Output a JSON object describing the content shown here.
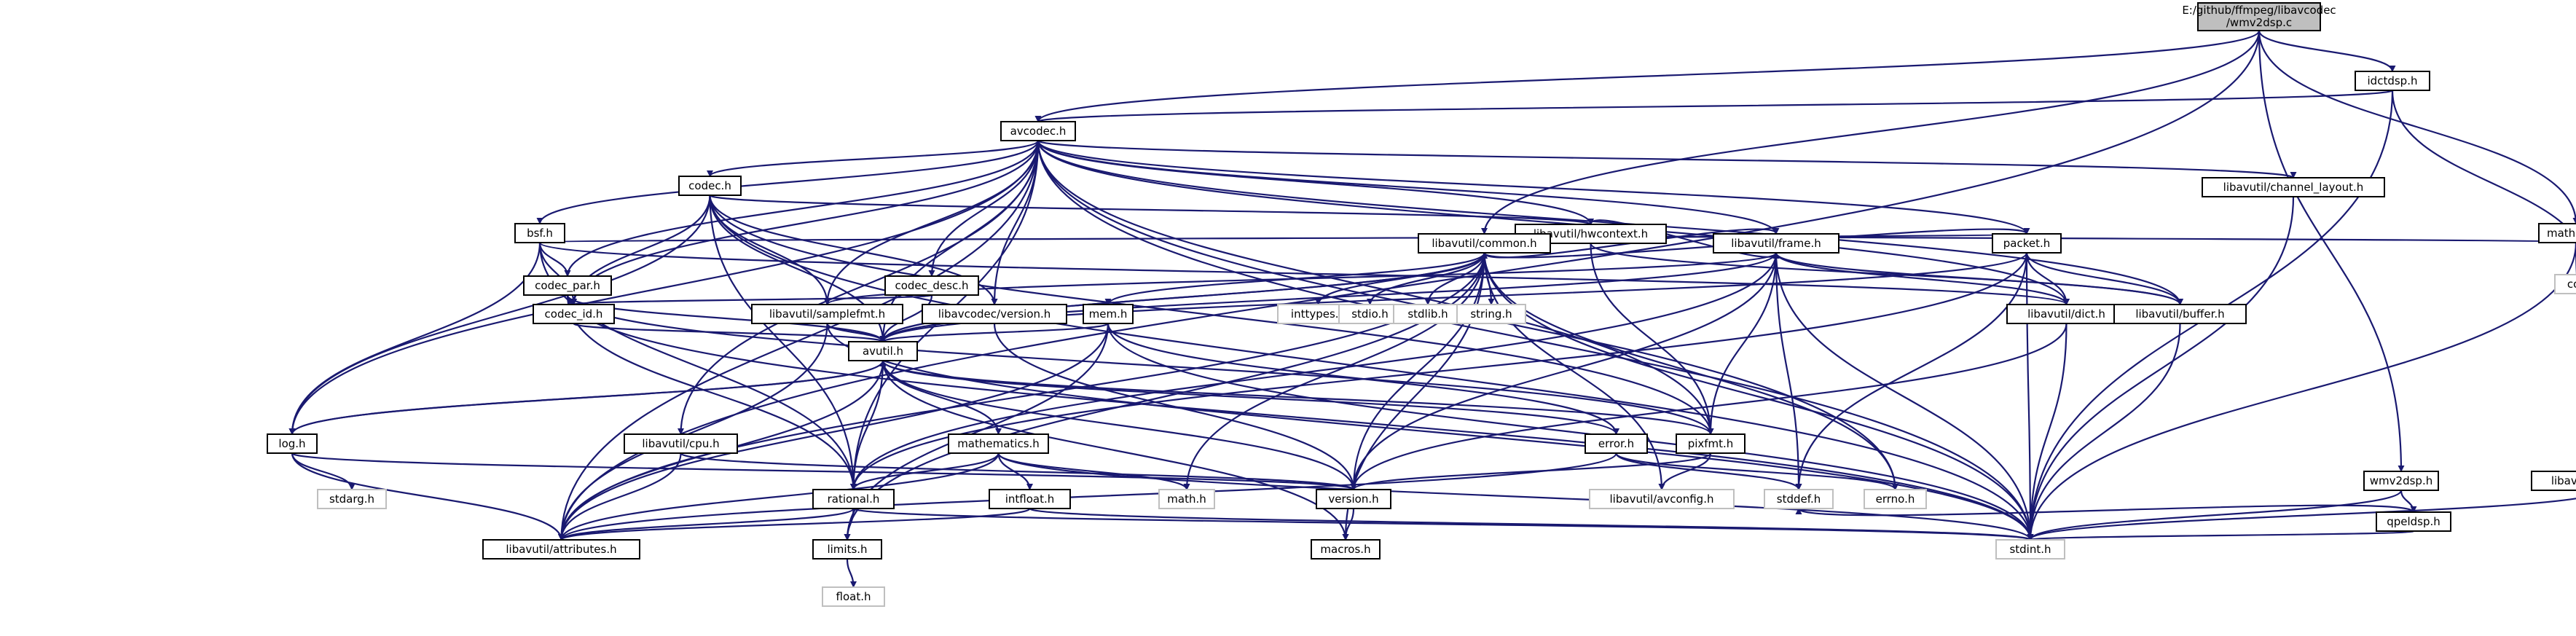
{
  "diagram": {
    "root": {
      "line1": "E:/github/ffmpeg/libavcodec",
      "line2": "/wmv2dsp.c"
    },
    "nodes": [
      {
        "id": "avcodec",
        "label": "avcodec.h"
      },
      {
        "id": "idctdsp",
        "label": "idctdsp.h"
      },
      {
        "id": "mathops",
        "label": "mathops.h"
      },
      {
        "id": "wmv2dsp",
        "label": "wmv2dsp.h"
      },
      {
        "id": "qpeldsp",
        "label": "qpeldsp.h"
      },
      {
        "id": "reverse",
        "label": "libavutil/reverse.h"
      },
      {
        "id": "config",
        "label": "config.h"
      },
      {
        "id": "chlayout",
        "label": "libavutil/channel_layout.h"
      },
      {
        "id": "codec",
        "label": "codec.h"
      },
      {
        "id": "hwcontext",
        "label": "libavutil/hwcontext.h"
      },
      {
        "id": "bsf",
        "label": "bsf.h"
      },
      {
        "id": "codecdesc",
        "label": "codec_desc.h"
      },
      {
        "id": "codecpar",
        "label": "codec_par.h"
      },
      {
        "id": "codecid",
        "label": "codec_id.h"
      },
      {
        "id": "common",
        "label": "libavutil/common.h"
      },
      {
        "id": "frame",
        "label": "libavutil/frame.h"
      },
      {
        "id": "packet",
        "label": "packet.h"
      },
      {
        "id": "samplefmt",
        "label": "libavutil/samplefmt.h"
      },
      {
        "id": "avcversion",
        "label": "libavcodec/version.h"
      },
      {
        "id": "mem",
        "label": "mem.h"
      },
      {
        "id": "inttypes",
        "label": "inttypes.h"
      },
      {
        "id": "stdio",
        "label": "stdio.h"
      },
      {
        "id": "stdlib",
        "label": "stdlib.h"
      },
      {
        "id": "string",
        "label": "string.h"
      },
      {
        "id": "dict",
        "label": "libavutil/dict.h"
      },
      {
        "id": "buffer",
        "label": "libavutil/buffer.h"
      },
      {
        "id": "avutil",
        "label": "avutil.h"
      },
      {
        "id": "log",
        "label": "log.h"
      },
      {
        "id": "cpu",
        "label": "libavutil/cpu.h"
      },
      {
        "id": "mathematics",
        "label": "mathematics.h"
      },
      {
        "id": "error",
        "label": "error.h"
      },
      {
        "id": "pixfmt",
        "label": "pixfmt.h"
      },
      {
        "id": "stdarg",
        "label": "stdarg.h"
      },
      {
        "id": "rational",
        "label": "rational.h"
      },
      {
        "id": "intfloat",
        "label": "intfloat.h"
      },
      {
        "id": "math",
        "label": "math.h"
      },
      {
        "id": "version",
        "label": "version.h"
      },
      {
        "id": "avconfig",
        "label": "libavutil/avconfig.h"
      },
      {
        "id": "stddef",
        "label": "stddef.h"
      },
      {
        "id": "errno",
        "label": "errno.h"
      },
      {
        "id": "attributes",
        "label": "libavutil/attributes.h"
      },
      {
        "id": "limits",
        "label": "limits.h"
      },
      {
        "id": "macros",
        "label": "macros.h"
      },
      {
        "id": "stdint",
        "label": "stdint.h"
      },
      {
        "id": "float",
        "label": "float.h"
      }
    ],
    "edges": [
      [
        "root",
        "avcodec"
      ],
      [
        "root",
        "idctdsp"
      ],
      [
        "root",
        "mathops"
      ],
      [
        "root",
        "wmv2dsp"
      ],
      [
        "root",
        "common"
      ],
      [
        "root",
        "attributes"
      ],
      [
        "idctdsp",
        "avcodec"
      ],
      [
        "idctdsp",
        "config"
      ],
      [
        "idctdsp",
        "stdint"
      ],
      [
        "mathops",
        "common"
      ],
      [
        "mathops",
        "config"
      ],
      [
        "mathops",
        "reverse"
      ],
      [
        "mathops",
        "stdint"
      ],
      [
        "reverse",
        "stdint"
      ],
      [
        "wmv2dsp",
        "qpeldsp"
      ],
      [
        "wmv2dsp",
        "stdint"
      ],
      [
        "qpeldsp",
        "stddef"
      ],
      [
        "qpeldsp",
        "stdint"
      ],
      [
        "avcodec",
        "chlayout"
      ],
      [
        "avcodec",
        "codec"
      ],
      [
        "avcodec",
        "hwcontext"
      ],
      [
        "avcodec",
        "bsf"
      ],
      [
        "avcodec",
        "codecdesc"
      ],
      [
        "avcodec",
        "codecpar"
      ],
      [
        "avcodec",
        "codecid"
      ],
      [
        "avcodec",
        "frame"
      ],
      [
        "avcodec",
        "packet"
      ],
      [
        "avcodec",
        "samplefmt"
      ],
      [
        "avcodec",
        "avcversion"
      ],
      [
        "avcodec",
        "dict"
      ],
      [
        "avcodec",
        "buffer"
      ],
      [
        "avcodec",
        "avutil"
      ],
      [
        "avcodec",
        "log"
      ],
      [
        "avcodec",
        "cpu"
      ],
      [
        "avcodec",
        "pixfmt"
      ],
      [
        "avcodec",
        "rational"
      ],
      [
        "avcodec",
        "attributes"
      ],
      [
        "avcodec",
        "errno"
      ],
      [
        "avcodec",
        "stdint"
      ],
      [
        "chlayout",
        "stdint"
      ],
      [
        "codec",
        "hwcontext"
      ],
      [
        "codec",
        "codecid"
      ],
      [
        "codec",
        "samplefmt"
      ],
      [
        "codec",
        "avcversion"
      ],
      [
        "codec",
        "avutil"
      ],
      [
        "codec",
        "log"
      ],
      [
        "codec",
        "pixfmt"
      ],
      [
        "codec",
        "rational"
      ],
      [
        "codec",
        "stdint"
      ],
      [
        "hwcontext",
        "frame"
      ],
      [
        "hwcontext",
        "buffer"
      ],
      [
        "hwcontext",
        "pixfmt"
      ],
      [
        "bsf",
        "codecpar"
      ],
      [
        "bsf",
        "codecid"
      ],
      [
        "bsf",
        "packet"
      ],
      [
        "bsf",
        "dict"
      ],
      [
        "bsf",
        "log"
      ],
      [
        "bsf",
        "rational"
      ],
      [
        "codecdesc",
        "codecid"
      ],
      [
        "codecdesc",
        "avutil"
      ],
      [
        "codecpar",
        "codecid"
      ],
      [
        "codecpar",
        "avutil"
      ],
      [
        "codecpar",
        "rational"
      ],
      [
        "codecpar",
        "pixfmt"
      ],
      [
        "codecpar",
        "stdint"
      ],
      [
        "codecid",
        "avutil"
      ],
      [
        "frame",
        "common"
      ],
      [
        "frame",
        "samplefmt"
      ],
      [
        "frame",
        "dict"
      ],
      [
        "frame",
        "buffer"
      ],
      [
        "frame",
        "avutil"
      ],
      [
        "frame",
        "pixfmt"
      ],
      [
        "frame",
        "rational"
      ],
      [
        "frame",
        "version"
      ],
      [
        "frame",
        "stddef"
      ],
      [
        "frame",
        "stdint"
      ],
      [
        "packet",
        "common"
      ],
      [
        "packet",
        "dict"
      ],
      [
        "packet",
        "buffer"
      ],
      [
        "packet",
        "avutil"
      ],
      [
        "packet",
        "rational"
      ],
      [
        "packet",
        "stddef"
      ],
      [
        "packet",
        "stdint"
      ],
      [
        "samplefmt",
        "avutil"
      ],
      [
        "samplefmt",
        "attributes"
      ],
      [
        "samplefmt",
        "stdint"
      ],
      [
        "avcversion",
        "version"
      ],
      [
        "common",
        "inttypes"
      ],
      [
        "common",
        "stdio"
      ],
      [
        "common",
        "stdlib"
      ],
      [
        "common",
        "string"
      ],
      [
        "common",
        "mem"
      ],
      [
        "common",
        "avutil"
      ],
      [
        "common",
        "attributes"
      ],
      [
        "common",
        "math"
      ],
      [
        "common",
        "avconfig"
      ],
      [
        "common",
        "errno"
      ],
      [
        "common",
        "limits"
      ],
      [
        "common",
        "macros"
      ],
      [
        "common",
        "stdint"
      ],
      [
        "common",
        "version"
      ],
      [
        "mem",
        "avutil"
      ],
      [
        "mem",
        "error"
      ],
      [
        "mem",
        "attributes"
      ],
      [
        "mem",
        "limits"
      ],
      [
        "mem",
        "stdint"
      ],
      [
        "dict",
        "version"
      ],
      [
        "dict",
        "stdint"
      ],
      [
        "buffer",
        "stdint"
      ],
      [
        "avutil",
        "common"
      ],
      [
        "avutil",
        "log"
      ],
      [
        "avutil",
        "mathematics"
      ],
      [
        "avutil",
        "error"
      ],
      [
        "avutil",
        "pixfmt"
      ],
      [
        "avutil",
        "rational"
      ],
      [
        "avutil",
        "version"
      ],
      [
        "avutil",
        "macros"
      ],
      [
        "avutil",
        "attributes"
      ],
      [
        "log",
        "avutil"
      ],
      [
        "log",
        "stdarg"
      ],
      [
        "log",
        "attributes"
      ],
      [
        "log",
        "version"
      ],
      [
        "cpu",
        "attributes"
      ],
      [
        "cpu",
        "version"
      ],
      [
        "mathematics",
        "rational"
      ],
      [
        "mathematics",
        "intfloat"
      ],
      [
        "mathematics",
        "math"
      ],
      [
        "mathematics",
        "attributes"
      ],
      [
        "mathematics",
        "stdint"
      ],
      [
        "error",
        "errno"
      ],
      [
        "error",
        "stddef"
      ],
      [
        "error",
        "attributes"
      ],
      [
        "pixfmt",
        "avconfig"
      ],
      [
        "pixfmt",
        "version"
      ],
      [
        "rational",
        "limits"
      ],
      [
        "rational",
        "stdint"
      ],
      [
        "rational",
        "attributes"
      ],
      [
        "intfloat",
        "attributes"
      ],
      [
        "intfloat",
        "stdint"
      ],
      [
        "version",
        "macros"
      ],
      [
        "limits",
        "float"
      ]
    ]
  }
}
